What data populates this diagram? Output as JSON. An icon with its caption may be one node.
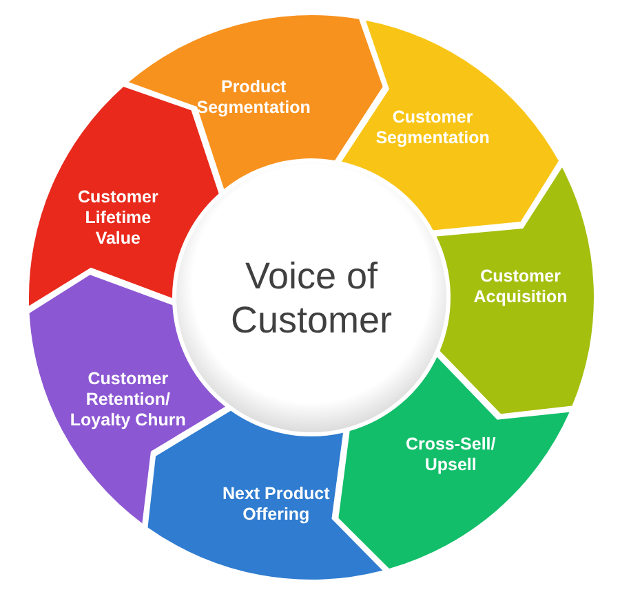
{
  "diagram": {
    "nodes": [
      {
        "text": [
          "Voice of Customer"
        ]
      },
      {
        "text": [
          "Product Segmentation"
        ]
      },
      {
        "text": [
          "Customer Segmentation"
        ]
      },
      {
        "text": [
          "Customer Acquisition"
        ]
      },
      {
        "text": [
          "Cross-Sell/ Upsell"
        ]
      },
      {
        "text": [
          "Next Product Offering"
        ]
      },
      {
        "text": [
          "Customer Retention/ Loyalty Churn"
        ]
      },
      {
        "text": [
          "Customer Lifetime Value"
        ]
      }
    ]
  }
}
